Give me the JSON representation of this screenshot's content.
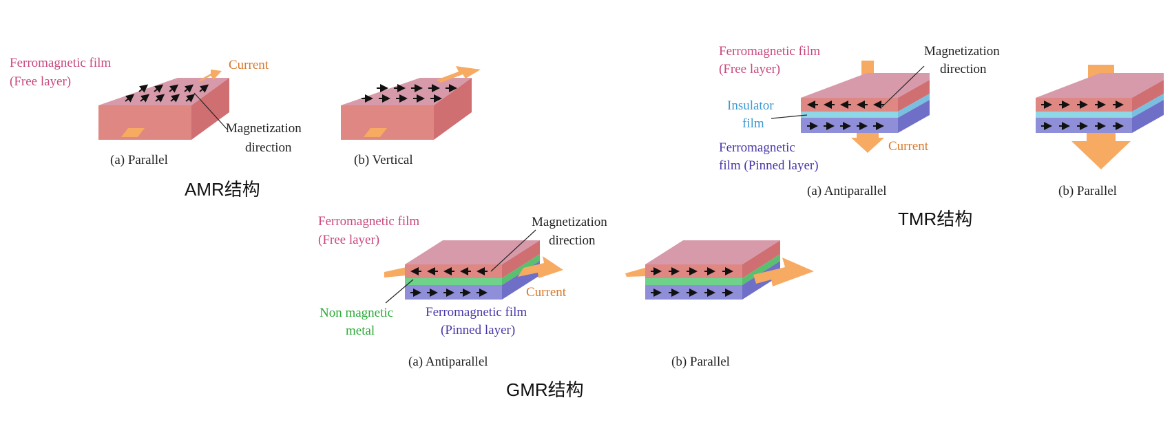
{
  "colors": {
    "free_layer_text": "#c8487e",
    "current_text": "#d8782a",
    "black_text": "#222222",
    "insulator_text": "#3a98d2",
    "nonmagnetic_text": "#2eaa3a",
    "pinned_text": "#4838a8",
    "red_layer_top": "#d79aaa",
    "red_layer_front": "#df8782",
    "red_layer_side": "#cf6f72",
    "blue_layer_front": "#8f8ed8",
    "blue_layer_side": "#6f6fc8",
    "green_layer": "#6fd28a",
    "cyan_layer": "#8fd6e6",
    "arrow_orange": "#f7aa62"
  },
  "amr": {
    "title": "AMR结构",
    "free_label_1": "Ferromagnetic film",
    "free_label_2": "(Free layer)",
    "current_label": "Current",
    "mag_label_1": "Magnetization",
    "mag_label_2": "direction",
    "caption_a": "(a) Parallel",
    "caption_b": "(b) Vertical"
  },
  "tmr": {
    "title": "TMR结构",
    "free_label_1": "Ferromagnetic film",
    "free_label_2": "(Free layer)",
    "mag_label_1": "Magnetization",
    "mag_label_2": "direction",
    "insulator_label_1": "Insulator",
    "insulator_label_2": "film",
    "pinned_label_1": "Ferromagnetic",
    "pinned_label_2": "film (Pinned layer)",
    "current_label": "Current",
    "caption_a": "(a) Antiparallel",
    "caption_b": "(b) Parallel"
  },
  "gmr": {
    "title": "GMR结构",
    "free_label_1": "Ferromagnetic film",
    "free_label_2": "(Free layer)",
    "mag_label_1": "Magnetization",
    "mag_label_2": "direction",
    "current_label": "Current",
    "nonmag_label_1": "Non magnetic",
    "nonmag_label_2": "metal",
    "pinned_label_1": "Ferromagnetic film",
    "pinned_label_2": "(Pinned layer)",
    "caption_a": "(a) Antiparallel",
    "caption_b": "(b) Parallel"
  }
}
